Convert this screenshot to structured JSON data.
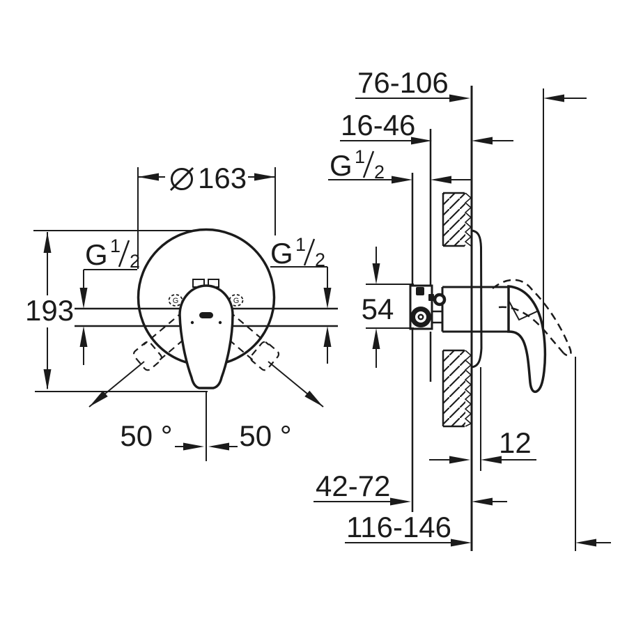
{
  "front_view": {
    "diameter_symbol": "Ø",
    "diameter_value": "163",
    "overall_height": "193",
    "swing_angle_left": "50 °",
    "swing_angle_right": "50 °",
    "clip_letter_left": "G",
    "clip_letter_right": "G"
  },
  "side_view": {
    "wall_to_handle_range": "76-106",
    "rough_in_depth_range": "16-46",
    "valve_body_height": "54",
    "plate_offset": "12",
    "pipe_to_wall_range": "42-72",
    "open_handle_reach_range": "116-146"
  },
  "thread": {
    "prefix": "G",
    "numerator": "1",
    "denominator": "2"
  },
  "colors": {
    "line": "#1b1b1b",
    "background": "#ffffff"
  }
}
